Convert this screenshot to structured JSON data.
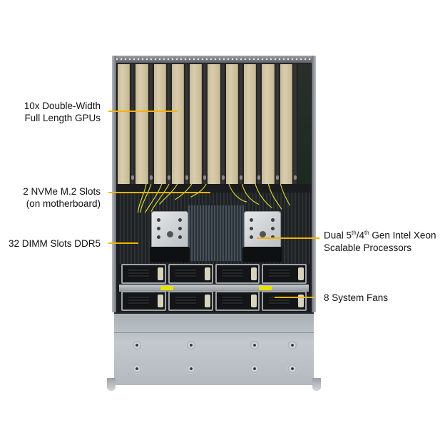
{
  "diagram": {
    "subject": "GPU server chassis, top view",
    "callouts": [
      {
        "id": "gpus",
        "line1": "10x Double-Width",
        "line2": "Full Length GPUs",
        "side": "left"
      },
      {
        "id": "nvme",
        "line1": "2 NVMe M.2 Slots",
        "line2": "(on motherboard)",
        "side": "left"
      },
      {
        "id": "dimm",
        "line1": "32 DIMM Slots DDR5",
        "side": "left"
      },
      {
        "id": "cpu",
        "line1_prefix": "Dual 5",
        "sup1": "th",
        "mid": "/4",
        "sup2": "th",
        "line1_suffix": " Gen Intel Xeon",
        "line2": "Scalable Processors",
        "side": "right"
      },
      {
        "id": "fans",
        "line1": "8 System Fans",
        "side": "right"
      }
    ],
    "counts": {
      "gpus": 10,
      "fans": 8,
      "front_knobs": 8
    }
  },
  "colors": {
    "leader_line": "#f5b400",
    "gpu_face": "#d2c5a4",
    "chassis_metal": "#b3b9be",
    "interior": "#1a1c1e"
  }
}
